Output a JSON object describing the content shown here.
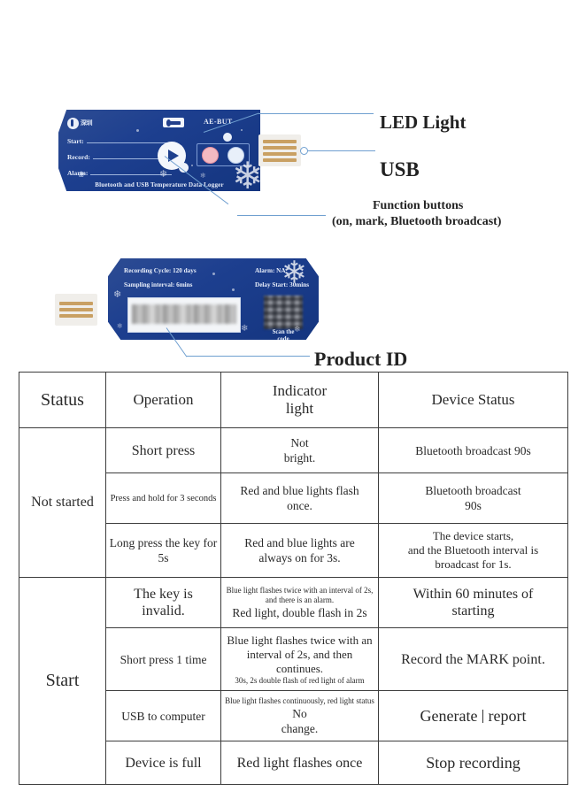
{
  "device_one": {
    "model_label": "AE-BUT",
    "logo_text": "深圳",
    "fields": [
      "Start:",
      "Record:",
      "Alarm:"
    ],
    "bottom_caption": "Bluetooth and USB Temperature Data Logger",
    "icons": {
      "play": "play-icon",
      "nfc": "nfc-chip-icon",
      "led_red": "red-led-icon",
      "led_blue": "blue-led-icon",
      "bluetooth": "bluetooth-icon",
      "usb": "usb-connector-icon"
    }
  },
  "device_two": {
    "recording_cycle": "Recording Cycle: 120 days",
    "sampling_interval": "Sampling interval: 6mins",
    "alarm": "Alarm: NA",
    "delay_start": "Delay Start: 30mins",
    "qr_caption_line1": "Scan the",
    "qr_caption_line2": "code"
  },
  "callouts": {
    "led_light": "LED Light",
    "usb": "USB",
    "function_buttons_line1": "Function buttons",
    "function_buttons_line2": "(on, mark, Bluetooth broadcast)",
    "product_id": "Product ID"
  },
  "table": {
    "headers": [
      "Status",
      "Operation",
      "Indicator light",
      "Device Status"
    ],
    "header_indicator_line1": "Indicator",
    "header_indicator_line2": "light",
    "groups": [
      {
        "status": "Not started",
        "rows": [
          {
            "operation": "Short press",
            "indicator_line1": "Not",
            "indicator_line2": "bright.",
            "device_status": "Bluetooth broadcast 90s"
          },
          {
            "operation": "Press and hold for 3 seconds",
            "indicator_line1": "Red and blue lights flash",
            "indicator_line2": "once.",
            "device_status_line1": "Bluetooth broadcast",
            "device_status_line2": "90s"
          },
          {
            "operation": "Long press the key for 5s",
            "indicator_line1": "Red and blue lights are",
            "indicator_line2": "always on for 3s.",
            "device_status_line1": "The device starts,",
            "device_status_line2": "and the Bluetooth interval is",
            "device_status_line3": "broadcast for 1s."
          }
        ]
      },
      {
        "status": "Start",
        "rows": [
          {
            "operation_line1": "The key is",
            "operation_line2": "invalid.",
            "indicator_small": "Blue light flashes twice with an interval of 2s, and there is an alarm.",
            "indicator_main": "Red light, double flash in 2s",
            "device_status_line1": "Within 60 minutes of",
            "device_status_line2": "starting"
          },
          {
            "operation": "Short press 1 time",
            "indicator_med": "Blue light flashes twice with an interval of 2s, and then continues.",
            "indicator_small": "30s, 2s double flash of red light of alarm",
            "device_status": "Record the MARK point."
          },
          {
            "operation": "USB to computer",
            "indicator_small": "Blue light flashes continuously, red light status",
            "indicator_main_line1": "No",
            "indicator_main_line2": "change.",
            "device_status": "Generate a report",
            "device_status_pre": "Generate ",
            "device_status_post": " report"
          },
          {
            "operation": "Device is full",
            "indicator": "Red light flashes once",
            "device_status": "Stop recording"
          }
        ]
      }
    ]
  },
  "colors": {
    "device_blue": "#1d3f8f",
    "leader_line": "#6f9fd0",
    "gold_contact": "#c9a063",
    "led_red": "#f2b9c2",
    "table_border": "#3c3c3c"
  }
}
